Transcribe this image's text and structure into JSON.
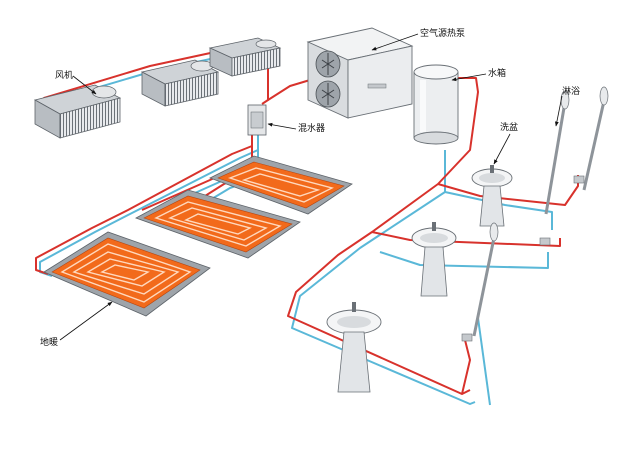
{
  "labels": {
    "fan_coil": "风机",
    "heat_pump": "空气源热泵",
    "water_tank": "水箱",
    "mixer": "混水器",
    "shower": "淋浴",
    "washbasin": "洗盆",
    "floor_heating": "地暖"
  },
  "colors": {
    "hot_pipe": "#d8322c",
    "cold_pipe": "#5ab8d8",
    "floor_coil": "#f26a1b",
    "callout": "#111111"
  }
}
